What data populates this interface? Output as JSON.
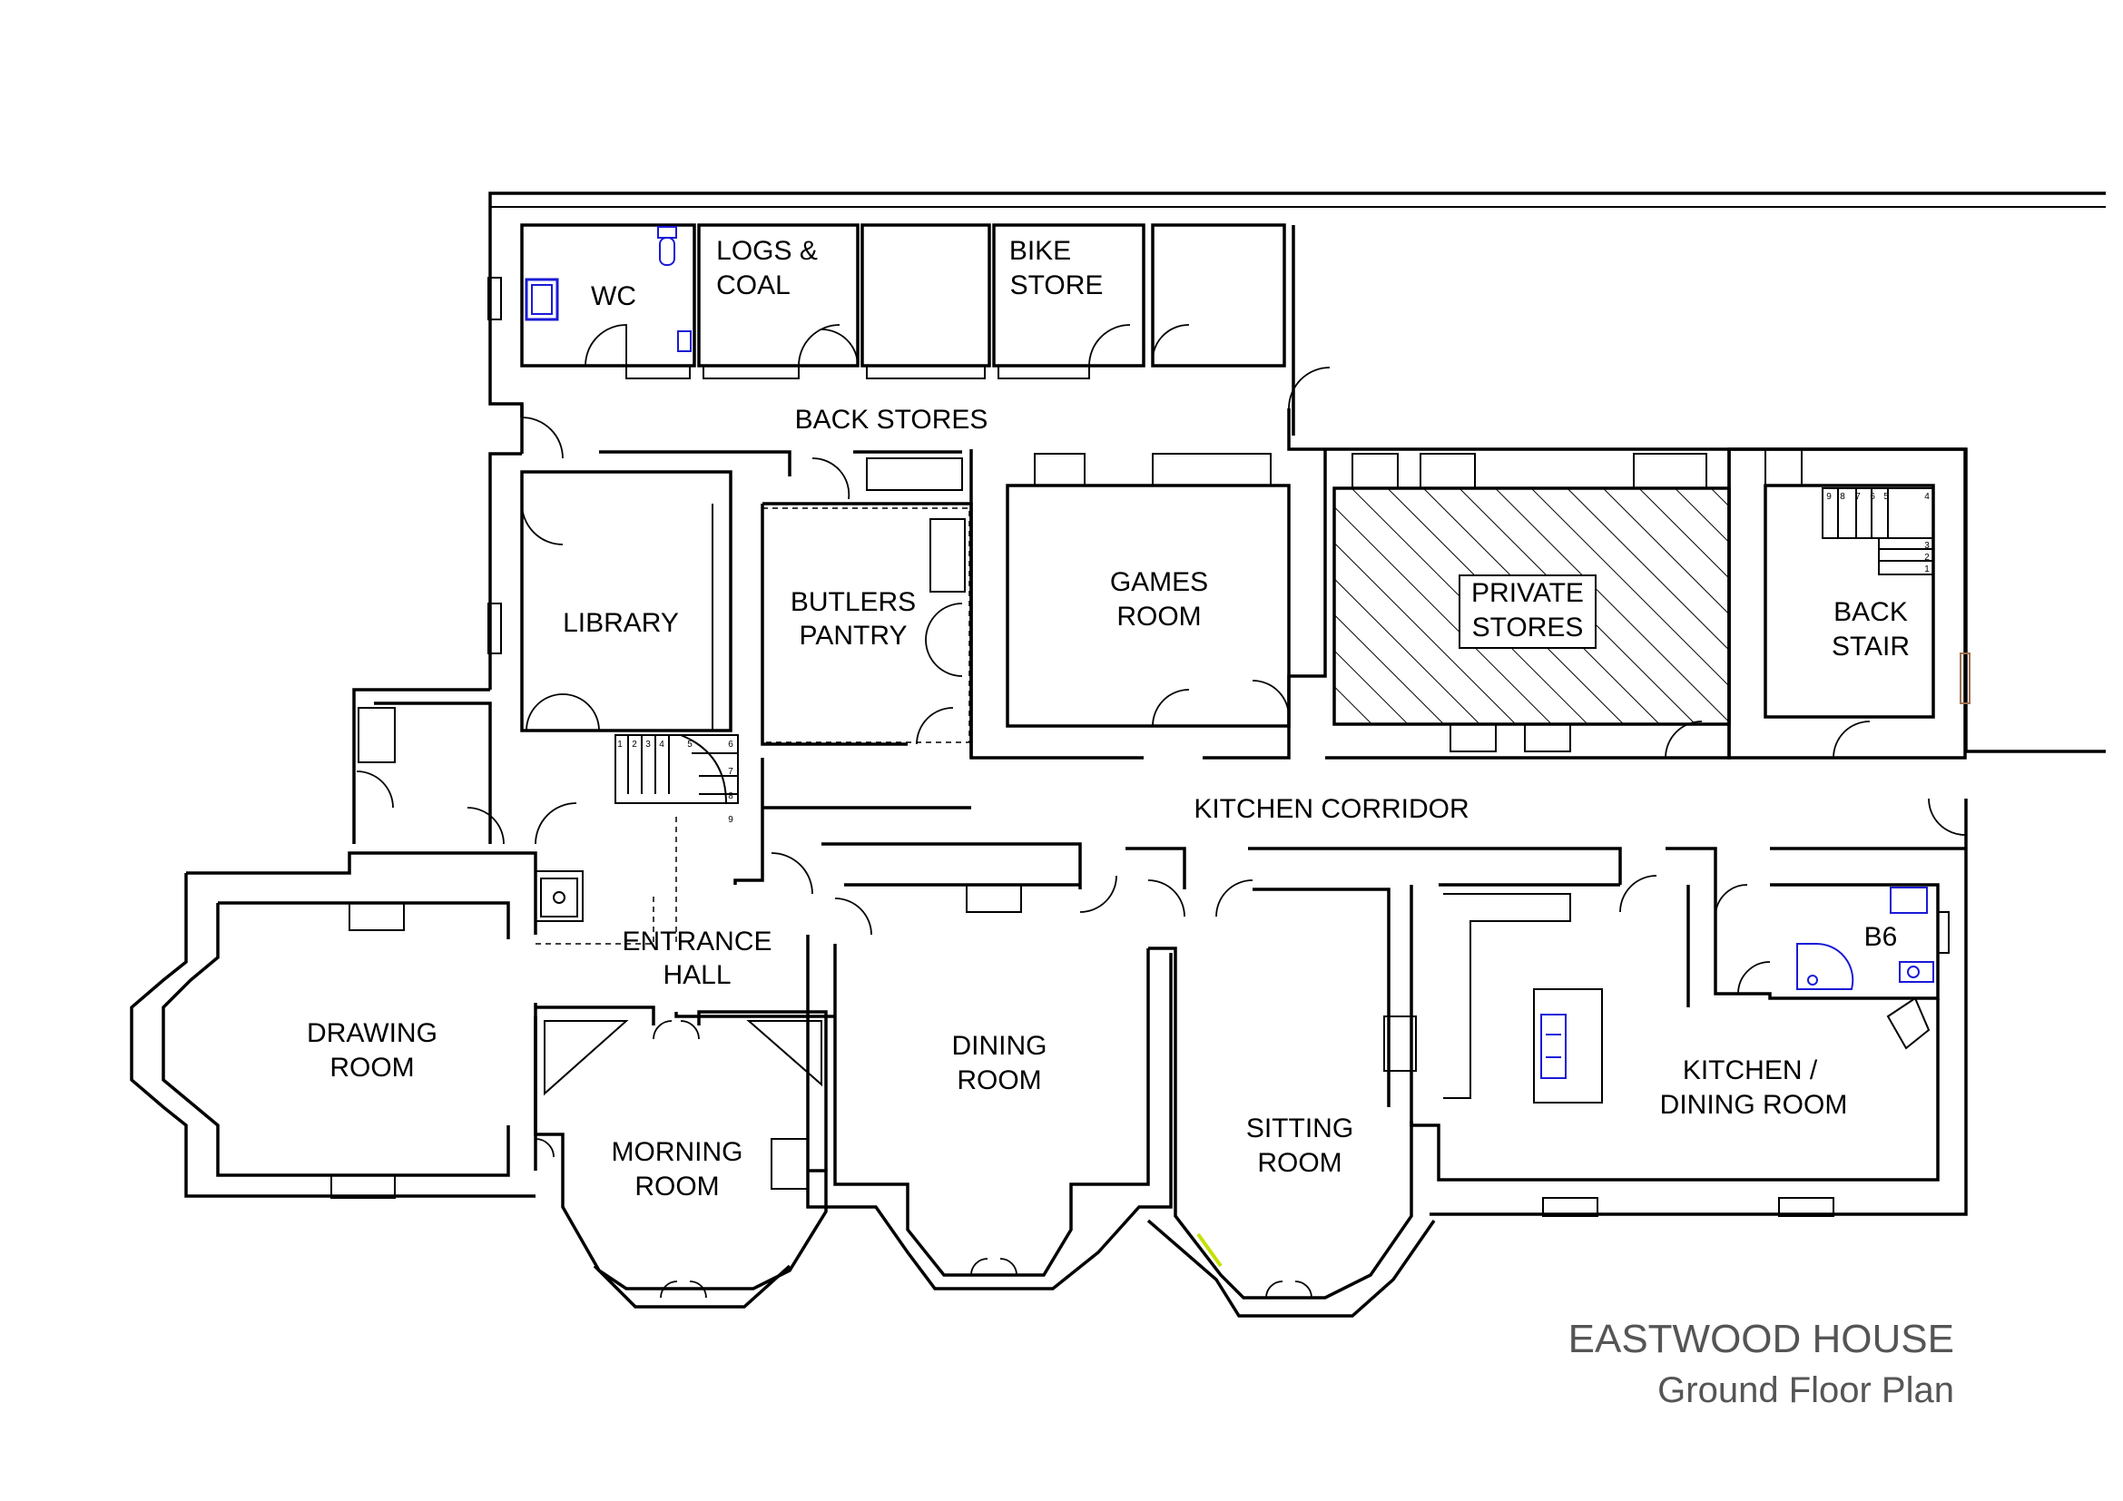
{
  "title": {
    "name": "EASTWOOD HOUSE",
    "subtitle": "Ground Floor Plan"
  },
  "rooms": {
    "wc": "WC",
    "logs_coal": [
      "LOGS &",
      "COAL"
    ],
    "bike_store": [
      "BIKE",
      "STORE"
    ],
    "back_stores": "BACK STORES",
    "library": "LIBRARY",
    "butlers_pantry": [
      "BUTLERS",
      "PANTRY"
    ],
    "games_room": [
      "GAMES",
      "ROOM"
    ],
    "private_stores": [
      "PRIVATE",
      "STORES"
    ],
    "back_stair": [
      "BACK",
      "STAIR"
    ],
    "kitchen_corridor": "KITCHEN CORRIDOR",
    "entrance_hall": [
      "ENTRANCE",
      "HALL"
    ],
    "drawing_room": [
      "DRAWING",
      "ROOM"
    ],
    "morning_room": [
      "MORNING",
      "ROOM"
    ],
    "dining_room": [
      "DINING",
      "ROOM"
    ],
    "sitting_room": [
      "SITTING",
      "ROOM"
    ],
    "b6": "B6",
    "kitchen_dining": [
      "KITCHEN /",
      "DINING ROOM"
    ]
  },
  "stair_numbers": {
    "main_stair": [
      "1",
      "2",
      "3",
      "4",
      "5",
      "6",
      "7",
      "8",
      "9"
    ],
    "back_stair_top": [
      "9",
      "8",
      "7",
      "6",
      "5",
      "4"
    ],
    "back_stair_side": [
      "3",
      "2",
      "1"
    ]
  },
  "colors": {
    "walls": "#000000",
    "fixtures": "#1a1ad6",
    "title_text": "#555555",
    "accent_marker": "#c6e000"
  },
  "icons": {
    "toilet": "toilet-icon",
    "basin": "basin-icon",
    "sink": "sink-icon",
    "hob": "hob-icon"
  }
}
